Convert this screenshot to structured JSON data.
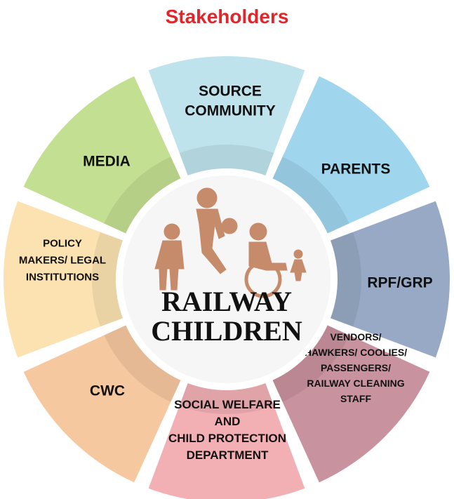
{
  "title": "Stakeholders",
  "colors": {
    "title": "#e0262b",
    "source_community": "#bfe3ec",
    "parents": "#9fd6ee",
    "rpf_grp": "#97a9c4",
    "vendors": "#c9929f",
    "social_welfare": "#f2b0b4",
    "cwc": "#f6c8a0",
    "policy_makers": "#fbe2b0",
    "media": "#c3df92",
    "center": "#f6f6f6",
    "figures": "#b7683d"
  },
  "center": {
    "line1": "RAILWAY",
    "line2": "CHILDREN",
    "image_icon": "children-silhouettes-icon"
  },
  "segments": [
    {
      "key": "source_community",
      "lines": [
        "SOURCE",
        "COMMUNITY"
      ]
    },
    {
      "key": "parents",
      "lines": [
        "PARENTS"
      ]
    },
    {
      "key": "rpf_grp",
      "lines": [
        "RPF/GRP"
      ]
    },
    {
      "key": "vendors",
      "lines": [
        "VENDORS/",
        "HAWKERS/ COOLIES/",
        "PASSENGERS/",
        "RAILWAY CLEANING",
        "STAFF"
      ]
    },
    {
      "key": "social_welfare",
      "lines": [
        "SOCIAL WELFARE",
        "AND",
        "CHILD PROTECTION",
        "DEPARTMENT"
      ]
    },
    {
      "key": "cwc",
      "lines": [
        "CWC"
      ]
    },
    {
      "key": "policy_makers",
      "lines": [
        "POLICY",
        "MAKERS/ LEGAL",
        "INSTITUTIONS"
      ]
    },
    {
      "key": "media",
      "lines": [
        "MEDIA"
      ]
    }
  ]
}
